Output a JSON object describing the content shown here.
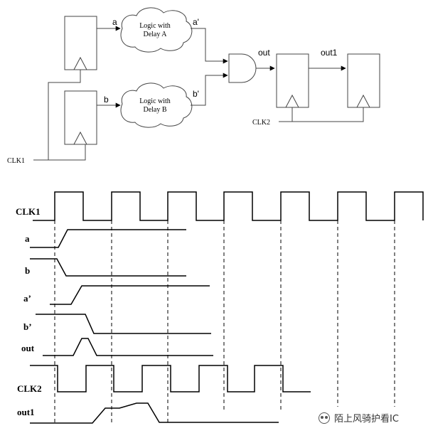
{
  "circuit": {
    "signal_a": "a",
    "signal_b": "b",
    "signal_a_prime": "a'",
    "signal_b_prime": "b'",
    "signal_out": "out",
    "signal_out1": "out1",
    "logic_a_line1": "Logic with",
    "logic_a_line2": "Delay A",
    "logic_b_line1": "Logic with",
    "logic_b_line2": "Delay B",
    "clk1_label": "CLK1",
    "clk2_label": "CLK2"
  },
  "timing": {
    "clk1": "CLK1",
    "a": "a",
    "b": "b",
    "a_prime": "a’",
    "b_prime": "b’",
    "out": "out",
    "clk2": "CLK2",
    "out1": "out1"
  },
  "watermark": "陌上风骑护看IC"
}
